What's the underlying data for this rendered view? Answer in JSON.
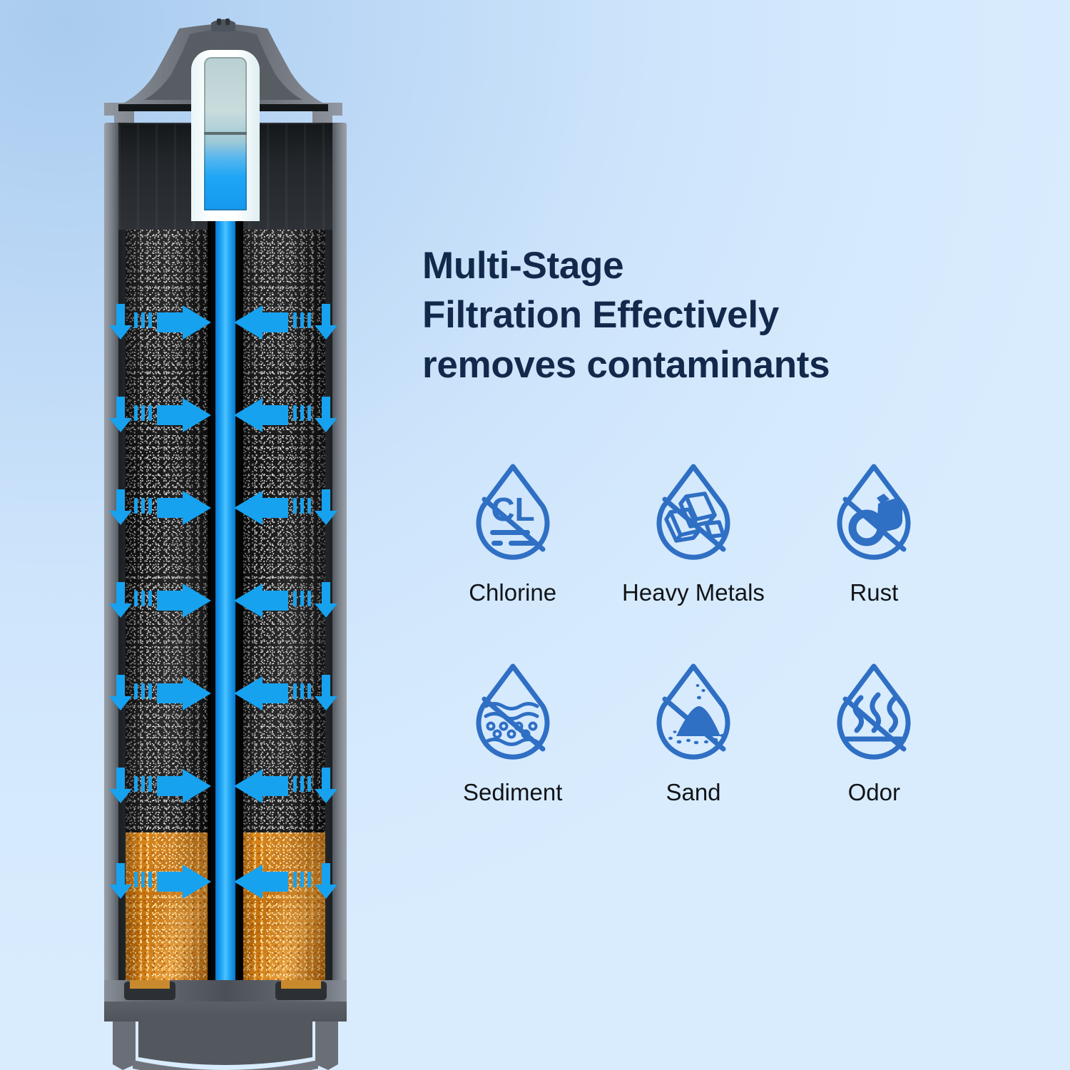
{
  "headline": {
    "line1": "Multi-Stage",
    "line2": "Filtration Effectively",
    "line3": "removes contaminants"
  },
  "colors": {
    "background_top_left": "#a9cbee",
    "background_bottom_right": "#d9ecfe",
    "headline_text": "#13294b",
    "label_text": "#111418",
    "icon_blue": "#2f6fc4",
    "icon_blue_fill": "#2f6fc4",
    "arrow_blue": "#17a2f0",
    "water_channel_blue": "#1fa6f5",
    "carbon_media_dark": "#1b1b1b",
    "resin_orange": "#d98a1c",
    "shell_gray": "#6d737b"
  },
  "contaminants": [
    {
      "label": "Chlorine",
      "icon": "droplet-chlorine-icon"
    },
    {
      "label": "Heavy Metals",
      "icon": "droplet-heavy-metals-icon"
    },
    {
      "label": "Rust",
      "icon": "droplet-rust-icon"
    },
    {
      "label": "Sediment",
      "icon": "droplet-sediment-icon"
    },
    {
      "label": "Sand",
      "icon": "droplet-sand-icon"
    },
    {
      "label": "Odor",
      "icon": "droplet-odor-icon"
    }
  ],
  "diagram": {
    "name": "water-filter-cartridge-cutaway",
    "chlorine_symbol": "CL",
    "layers": [
      {
        "name": "top-cap",
        "material": "plastic",
        "color": "#6d737b"
      },
      {
        "name": "inlet-sleeve",
        "material": "plastic",
        "color": "#ffffff"
      },
      {
        "name": "activated-carbon",
        "material": "granular carbon",
        "color": "#1b1b1b"
      },
      {
        "name": "ion-exchange-resin",
        "material": "resin beads",
        "color": "#d98a1c"
      },
      {
        "name": "center-water-channel",
        "material": "filtered water",
        "color": "#1fa6f5"
      },
      {
        "name": "bottom-base",
        "material": "plastic",
        "color": "#5a6068"
      }
    ],
    "flow_arrow_rows": 7,
    "flow_direction": "inward-and-down"
  }
}
